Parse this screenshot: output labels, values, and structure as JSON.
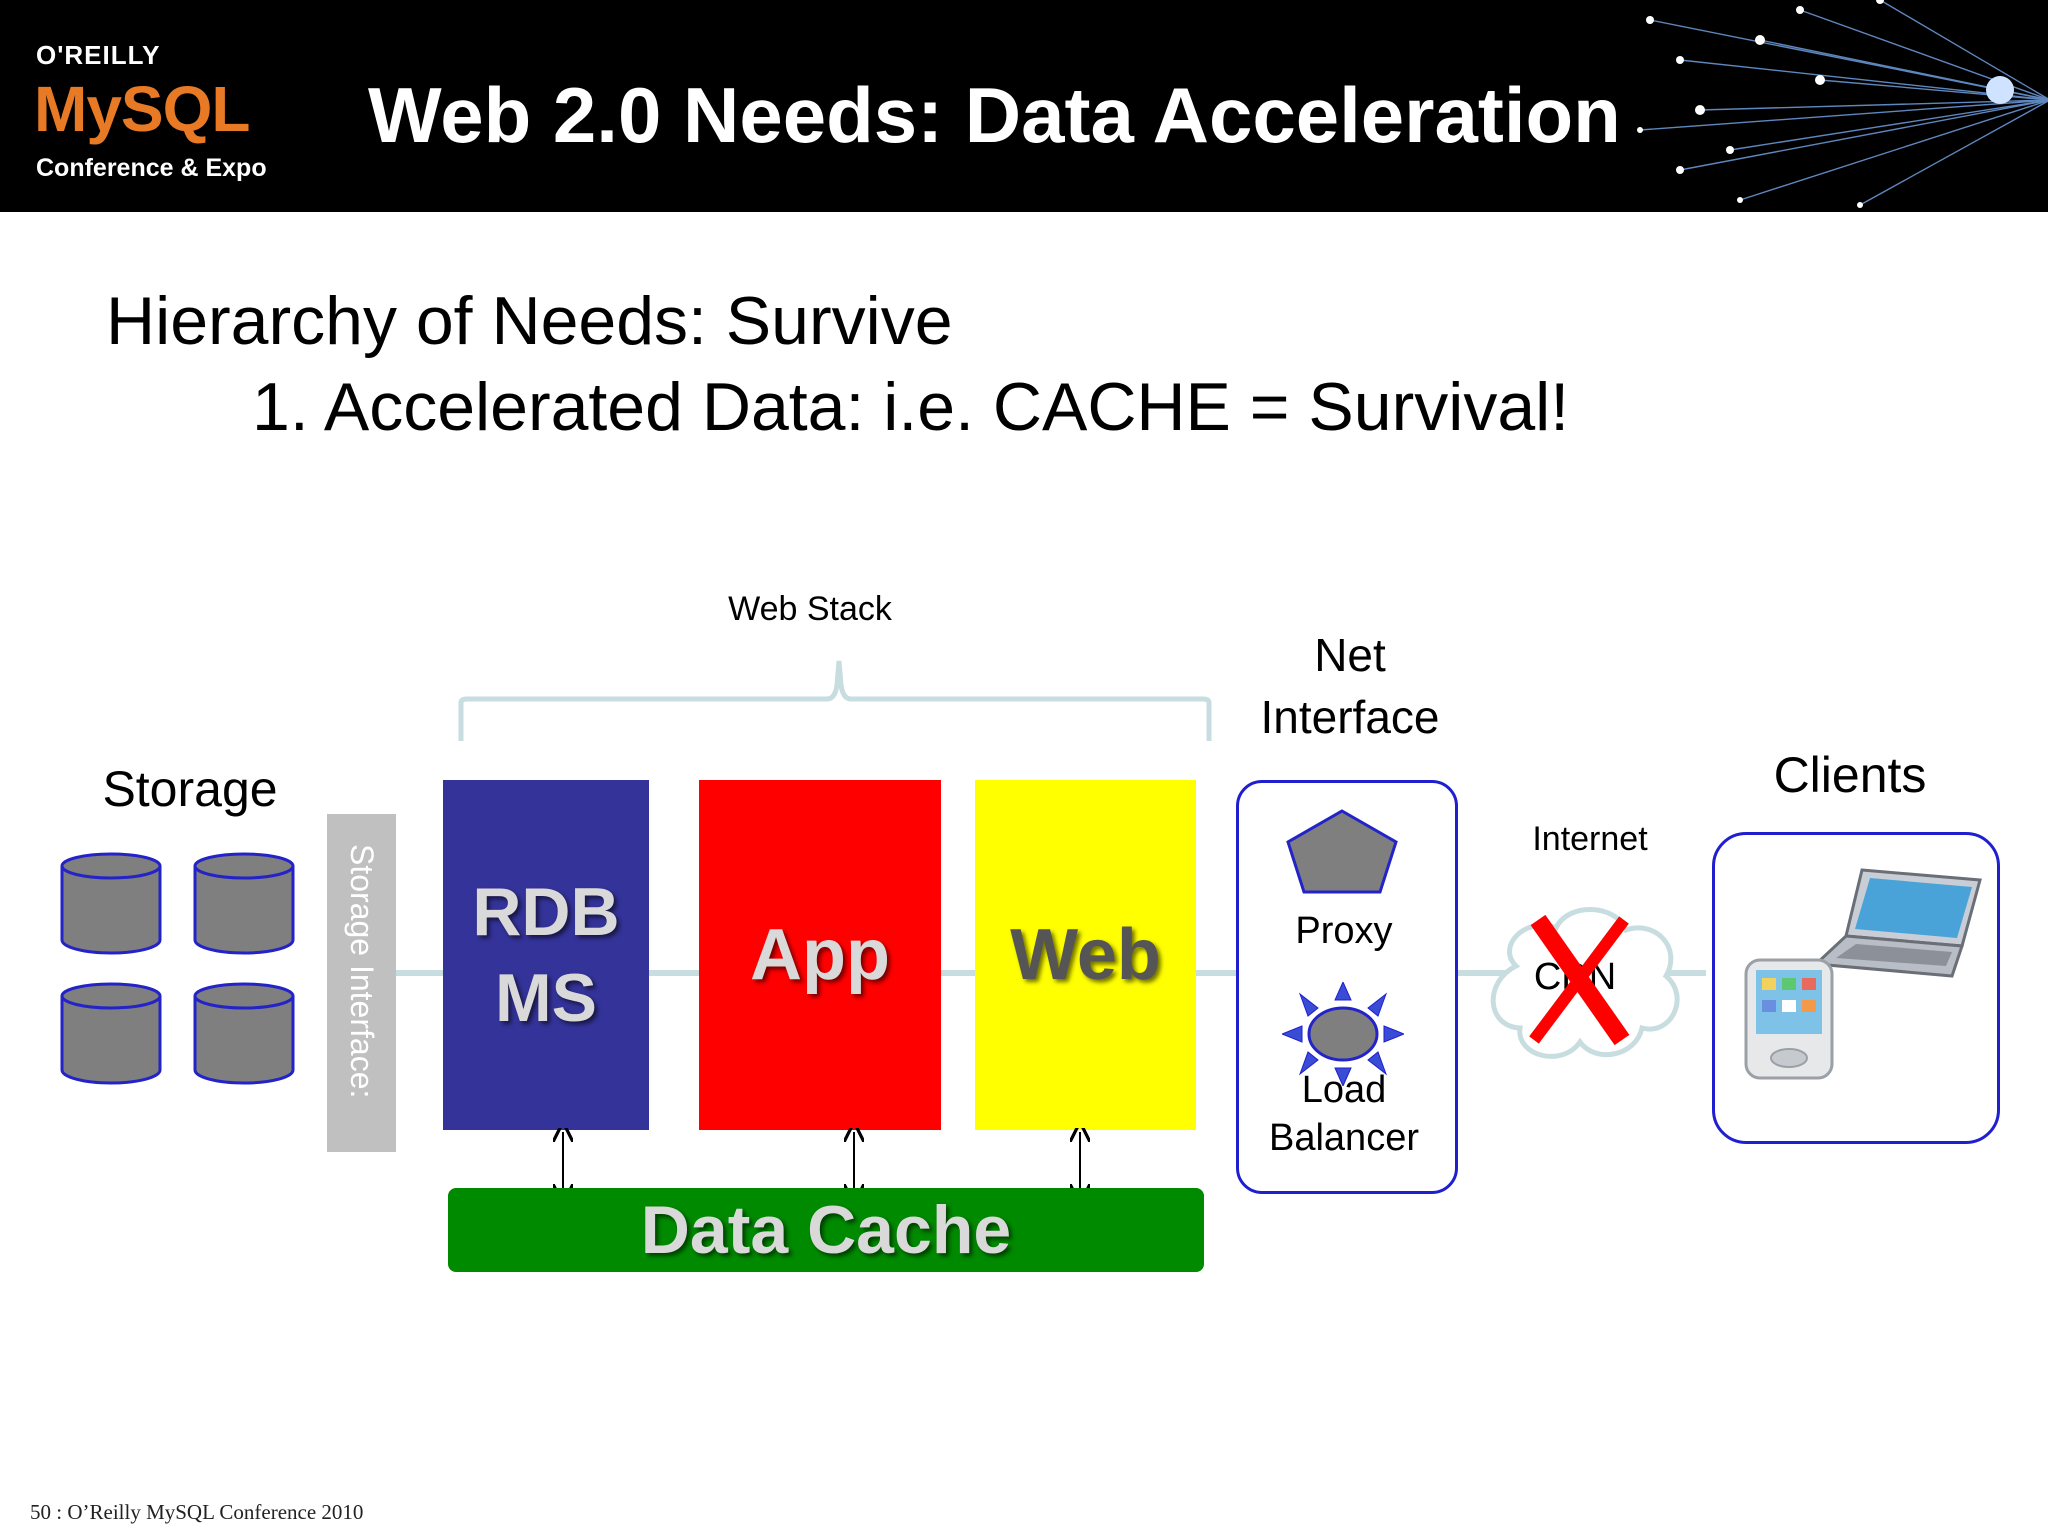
{
  "header": {
    "logo": {
      "brand": "O'REILLY",
      "product": "MySQL",
      "event": "Conference & Expo"
    },
    "title": "Web 2.0 Needs: Data Acceleration"
  },
  "body": {
    "line1": "Hierarchy of Needs:  Survive",
    "line2": "1. Accelerated Data: i.e. CACHE = Survival!"
  },
  "diagram": {
    "web_stack_label": "Web Stack",
    "net_interface_label_1": "Net",
    "net_interface_label_2": "Interface",
    "storage_label": "Storage",
    "storage_interface_label": "Storage  Interface:",
    "blocks": {
      "rdbms_1": "RDB",
      "rdbms_2": "MS",
      "app": "App",
      "web": "Web"
    },
    "data_cache": "Data Cache",
    "proxy_label": "Proxy",
    "load_balancer_1": "Load",
    "load_balancer_2": "Balancer",
    "internet_label": "Internet",
    "cdn_label": "CDN",
    "clients_label": "Clients"
  },
  "colors": {
    "rdbms": "#343399",
    "app": "#ff0000",
    "web": "#ffff00",
    "data_cache": "#008a00",
    "storage_interface": "#c0c0c0",
    "box_border": "#1f1fd0",
    "cross": "#ff0000"
  },
  "footer": "50 : O’Reilly MySQL Conference 2010"
}
